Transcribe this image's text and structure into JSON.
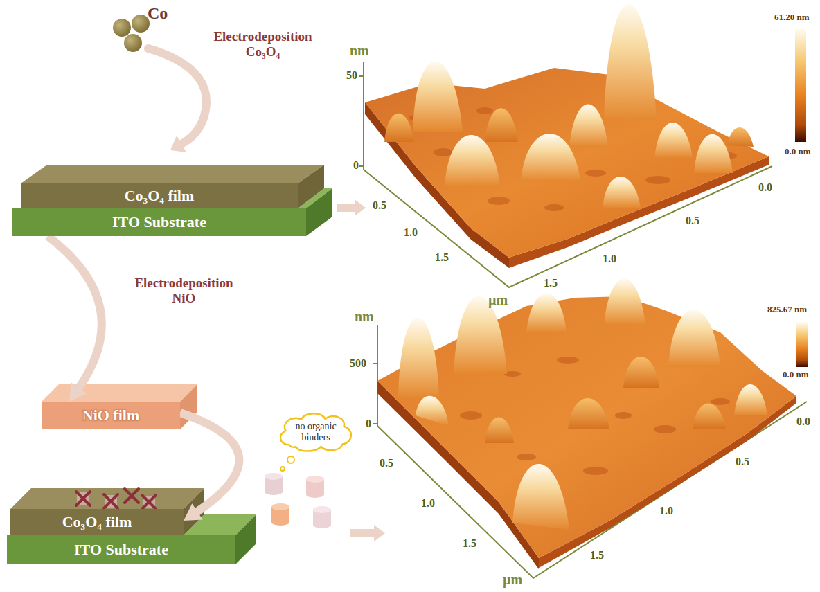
{
  "diagram": {
    "nodes": [
      {
        "text": [
          "Co₃O₄ film"
        ]
      },
      {
        "text": [
          "ITO Substrate"
        ]
      },
      {
        "text": [
          "NiO film"
        ]
      },
      {
        "text": [
          "Co₃O₄ film"
        ]
      },
      {
        "text": [
          "ITO Substrate"
        ]
      },
      {
        "text": [
          "no organic binders"
        ]
      }
    ],
    "edges": [
      {
        "from": 1,
        "to": 2,
        "arrow": "to",
        "label": "Electrodeposition NiO"
      },
      {
        "from": 2,
        "to": 3,
        "arrow": "to"
      }
    ],
    "labels": [
      "Co",
      "Electrodeposition Co₃O₄",
      "nm",
      "50",
      "0",
      "0.5",
      "1.0",
      "1.5",
      "µm",
      "0.0",
      "0.5",
      "1.0",
      "1.5",
      "61.20 nm",
      "0.0 nm",
      "nm",
      "500",
      "0",
      "0.5",
      "1.0",
      "1.5",
      "µm",
      "0.0",
      "0.5",
      "1.0",
      "1.5",
      "825.67 nm",
      "0.0 nm"
    ]
  }
}
